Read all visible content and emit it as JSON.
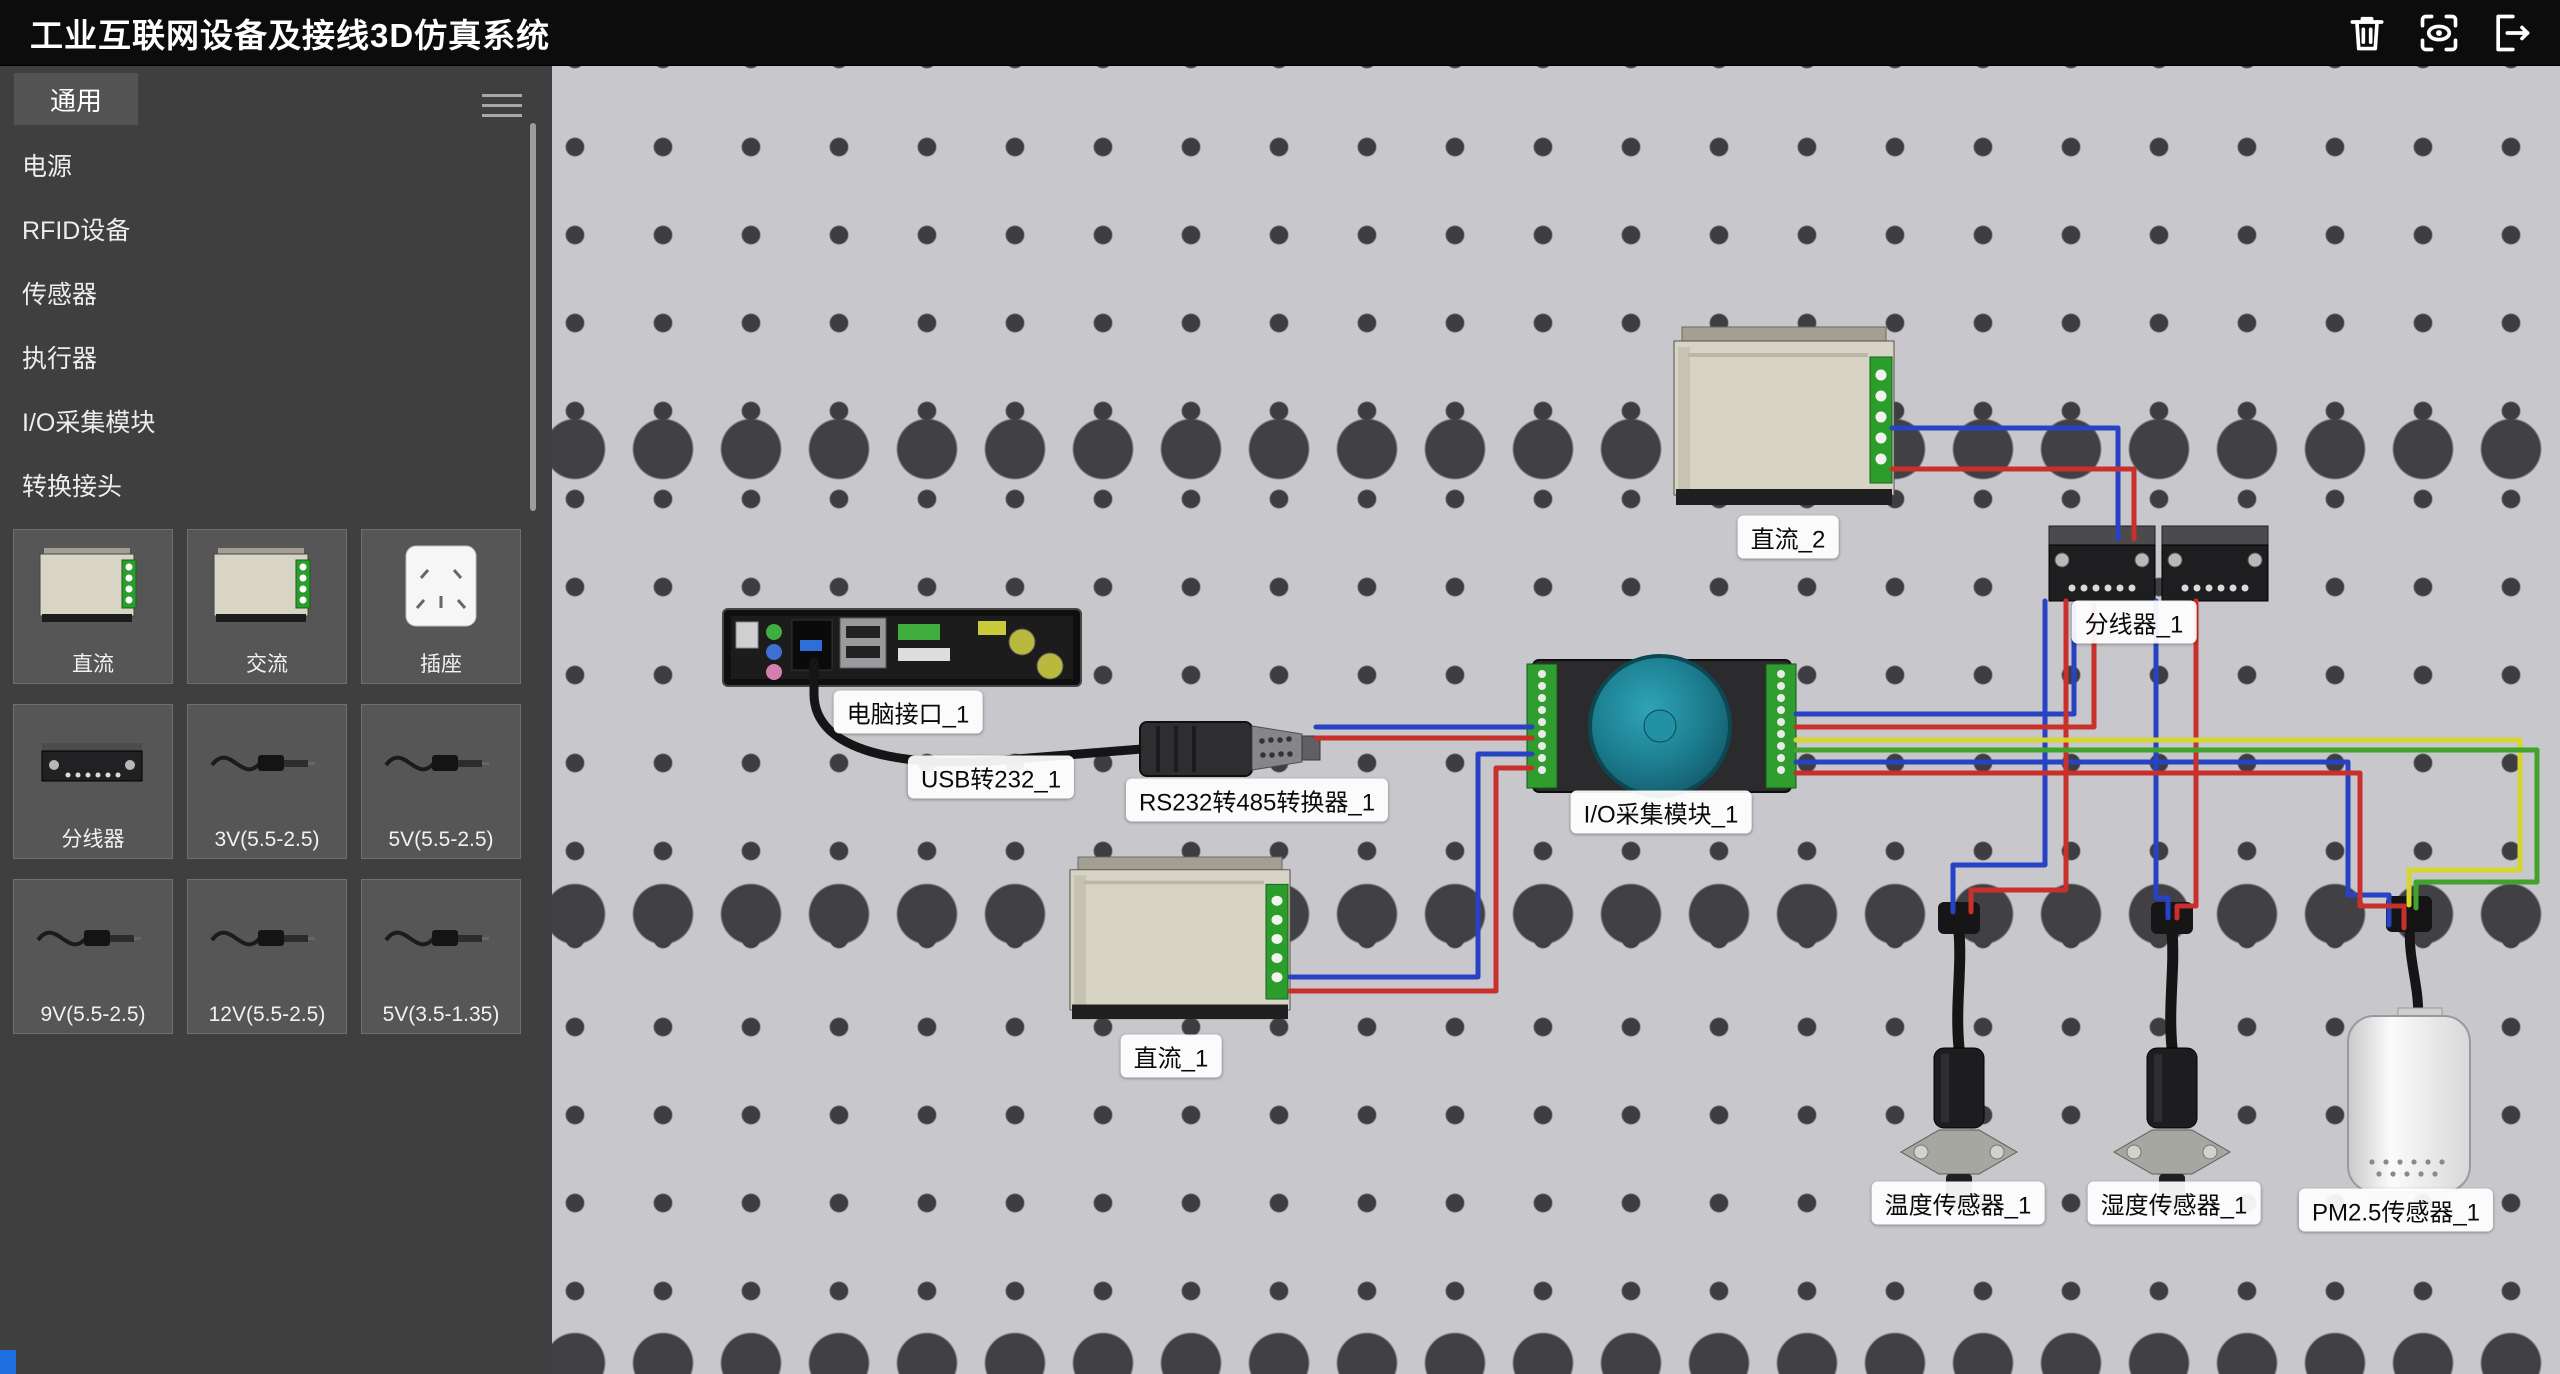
{
  "header": {
    "title": "工业互联网设备及接线3D仿真系统",
    "buttons": [
      {
        "name": "delete",
        "icon": "trash-icon"
      },
      {
        "name": "view",
        "icon": "eye-icon"
      },
      {
        "name": "exit",
        "icon": "exit-icon"
      }
    ]
  },
  "sidebar": {
    "tab_label": "通用",
    "categories": [
      "电源",
      "RFID设备",
      "传感器",
      "执行器",
      "I/O采集模块",
      "转换接头"
    ],
    "tiles": [
      {
        "label": "直流",
        "kind": "psu"
      },
      {
        "label": "交流",
        "kind": "psu"
      },
      {
        "label": "插座",
        "kind": "socket"
      },
      {
        "label": "分线器",
        "kind": "splitter"
      },
      {
        "label": "3V(5.5-2.5)",
        "kind": "adapter"
      },
      {
        "label": "5V(5.5-2.5)",
        "kind": "adapter"
      },
      {
        "label": "9V(5.5-2.5)",
        "kind": "adapter"
      },
      {
        "label": "12V(5.5-2.5)",
        "kind": "adapter"
      },
      {
        "label": "5V(3.5-1.35)",
        "kind": "adapter"
      }
    ]
  },
  "canvas": {
    "devices": [
      {
        "id": "pc-interface",
        "label": "电脑接口_1"
      },
      {
        "id": "usb-to-232",
        "label": "USB转232_1"
      },
      {
        "id": "rs232-to-485",
        "label": "RS232转485转换器_1"
      },
      {
        "id": "io-module",
        "label": "I/O采集模块_1"
      },
      {
        "id": "dc-2",
        "label": "直流_2"
      },
      {
        "id": "splitter-1",
        "label": "分线器_1"
      },
      {
        "id": "dc-1",
        "label": "直流_1"
      },
      {
        "id": "temp-sensor",
        "label": "温度传感器_1"
      },
      {
        "id": "humidity-sensor",
        "label": "湿度传感器_1"
      },
      {
        "id": "pm25-sensor",
        "label": "PM2.5传感器_1"
      }
    ],
    "wire_colors": {
      "red": "#c8302c",
      "blue": "#2743c4",
      "green": "#3fa32e",
      "yellow": "#d6d630"
    }
  }
}
